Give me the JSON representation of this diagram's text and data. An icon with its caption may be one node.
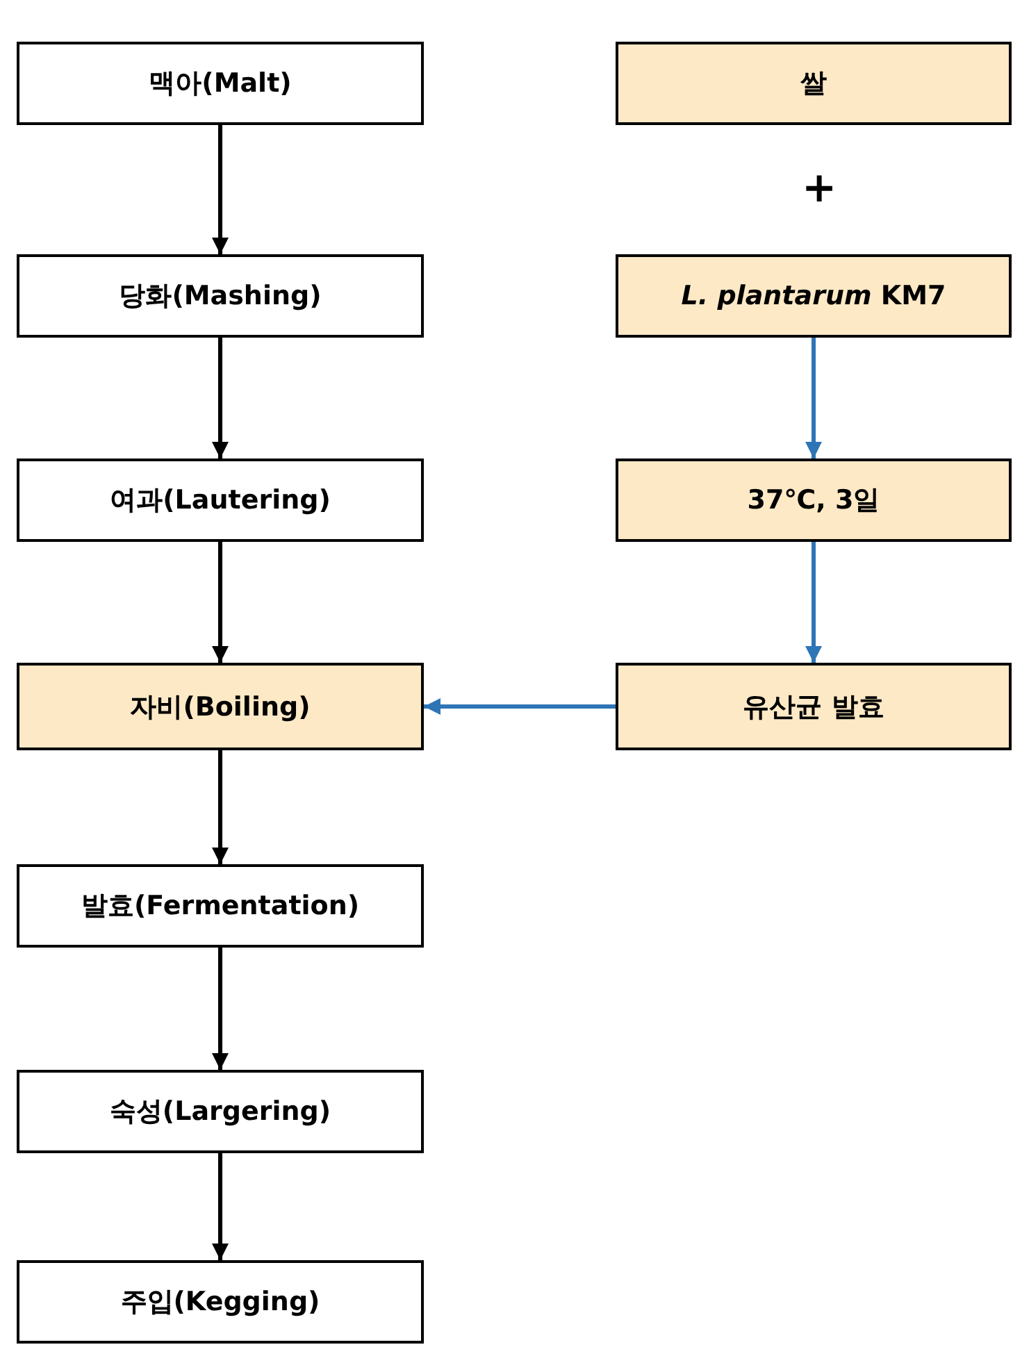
{
  "diagram": {
    "nodes": [
      {
        "text": [
          "맥아(Malt)"
        ]
      },
      {
        "text": [
          "당화(Mashing)"
        ]
      },
      {
        "text": [
          "여과(Lautering)"
        ]
      },
      {
        "text": [
          "자비(Boiling)"
        ]
      },
      {
        "text": [
          "발효(Fermentation)"
        ]
      },
      {
        "text": [
          "숙성(Largering)"
        ]
      },
      {
        "text": [
          "주입(Kegging)"
        ]
      },
      {
        "text": [
          "쌀"
        ]
      },
      {
        "text": [
          "*L. plantarum* KM7"
        ]
      },
      {
        "text": [
          "37℃, 3일"
        ]
      },
      {
        "text": [
          "유산균 발효"
        ]
      }
    ],
    "edges": [
      {
        "from": 0,
        "to": 1,
        "arrow": "to"
      },
      {
        "from": 1,
        "to": 2,
        "arrow": "to"
      },
      {
        "from": 2,
        "to": 3,
        "arrow": "to"
      },
      {
        "from": 3,
        "to": 4,
        "arrow": "to"
      },
      {
        "from": 4,
        "to": 5,
        "arrow": "to"
      },
      {
        "from": 5,
        "to": 6,
        "arrow": "to"
      },
      {
        "from": 8,
        "to": 9,
        "arrow": "to",
        "color": "#2e75b6"
      },
      {
        "from": 9,
        "to": 10,
        "arrow": "to",
        "color": "#2e75b6"
      },
      {
        "from": 10,
        "to": 3,
        "arrow": "to",
        "color": "#2e75b6"
      }
    ],
    "labels": [
      "+"
    ]
  }
}
